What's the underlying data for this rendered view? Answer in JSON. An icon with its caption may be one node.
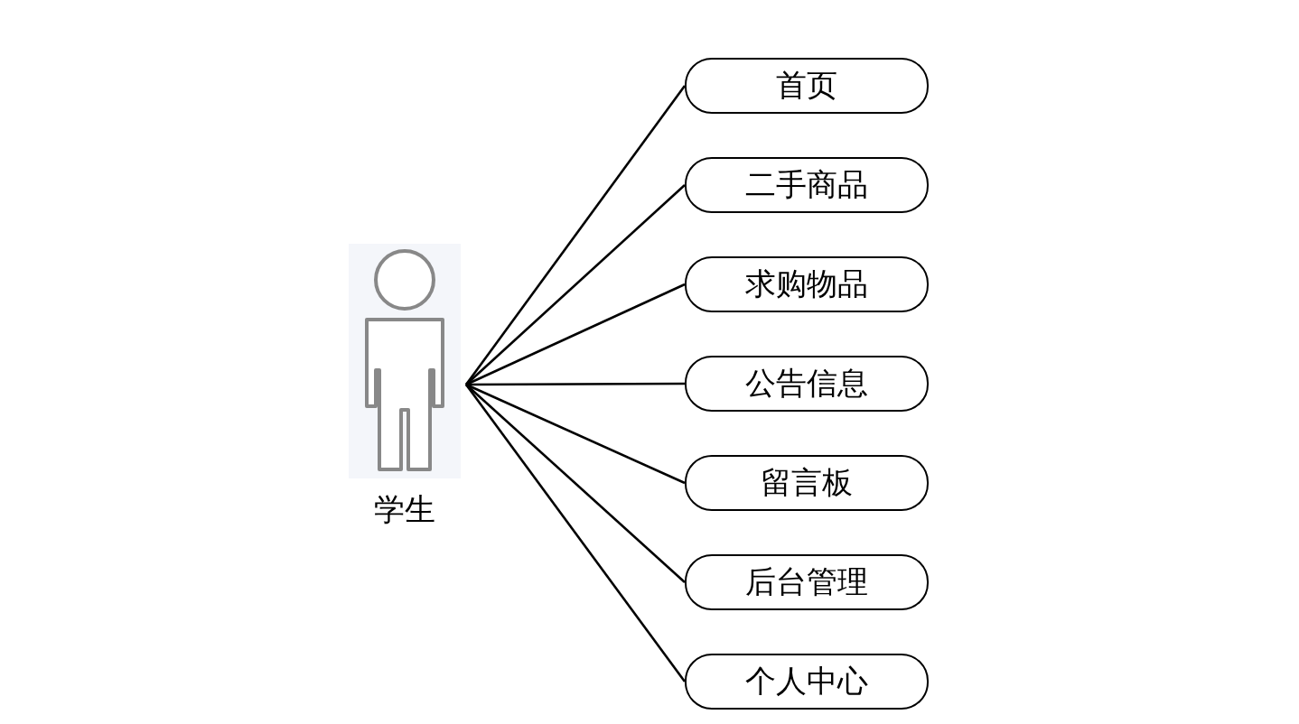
{
  "diagram": {
    "nodes": [
      {
        "text": [
          "学生"
        ]
      },
      {
        "text": [
          "首页"
        ]
      },
      {
        "text": [
          "二手商品"
        ]
      },
      {
        "text": [
          "求购物品"
        ]
      },
      {
        "text": [
          "公告信息"
        ]
      },
      {
        "text": [
          "留言板"
        ]
      },
      {
        "text": [
          "后台管理"
        ]
      },
      {
        "text": [
          "个人中心"
        ]
      }
    ],
    "edges": [
      {
        "from": 0,
        "to": 1,
        "arrow": "none"
      },
      {
        "from": 0,
        "to": 2,
        "arrow": "none"
      },
      {
        "from": 0,
        "to": 3,
        "arrow": "none"
      },
      {
        "from": 0,
        "to": 4,
        "arrow": "none"
      },
      {
        "from": 0,
        "to": 5,
        "arrow": "none"
      },
      {
        "from": 0,
        "to": 6,
        "arrow": "none"
      },
      {
        "from": 0,
        "to": 7,
        "arrow": "none"
      }
    ]
  }
}
